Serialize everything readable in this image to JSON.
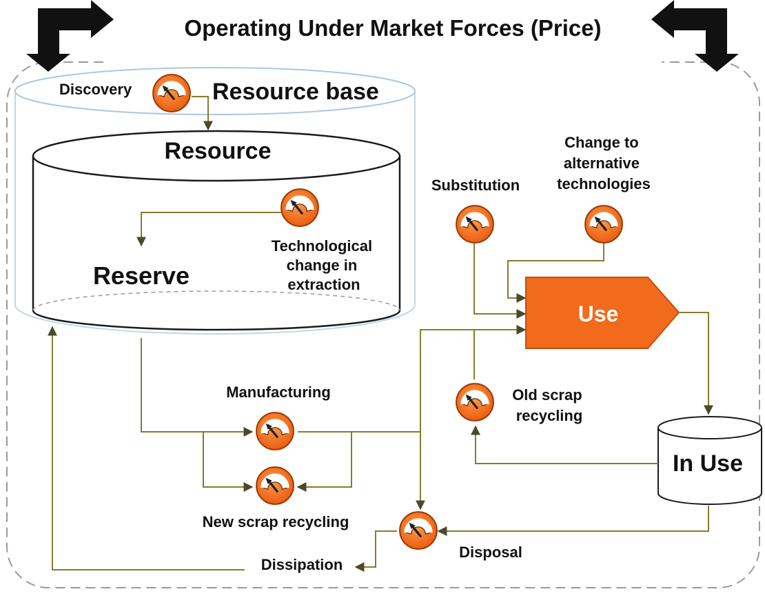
{
  "title": "Operating Under Market Forces (Price)",
  "colors": {
    "accent": "#f26a1b",
    "flow_line": "#8a7a2e",
    "frame": "#9a9a9a",
    "arrow": "#111111",
    "text": "#111111"
  },
  "stocks": {
    "resource_base": "Resource base",
    "resource": "Resource",
    "reserve": "Reserve",
    "in_use": "In Use"
  },
  "process": {
    "use": "Use"
  },
  "controls": {
    "discovery": "Discovery",
    "tech_change": [
      "Technological",
      "change in",
      "extraction"
    ],
    "substitution": "Substitution",
    "alt_tech": [
      "Change to",
      "alternative",
      "technologies"
    ],
    "manufacturing": "Manufacturing",
    "new_scrap": "New scrap recycling",
    "old_scrap": [
      "Old scrap",
      "recycling"
    ],
    "disposal": "Disposal",
    "dissipation": "Dissipation"
  }
}
